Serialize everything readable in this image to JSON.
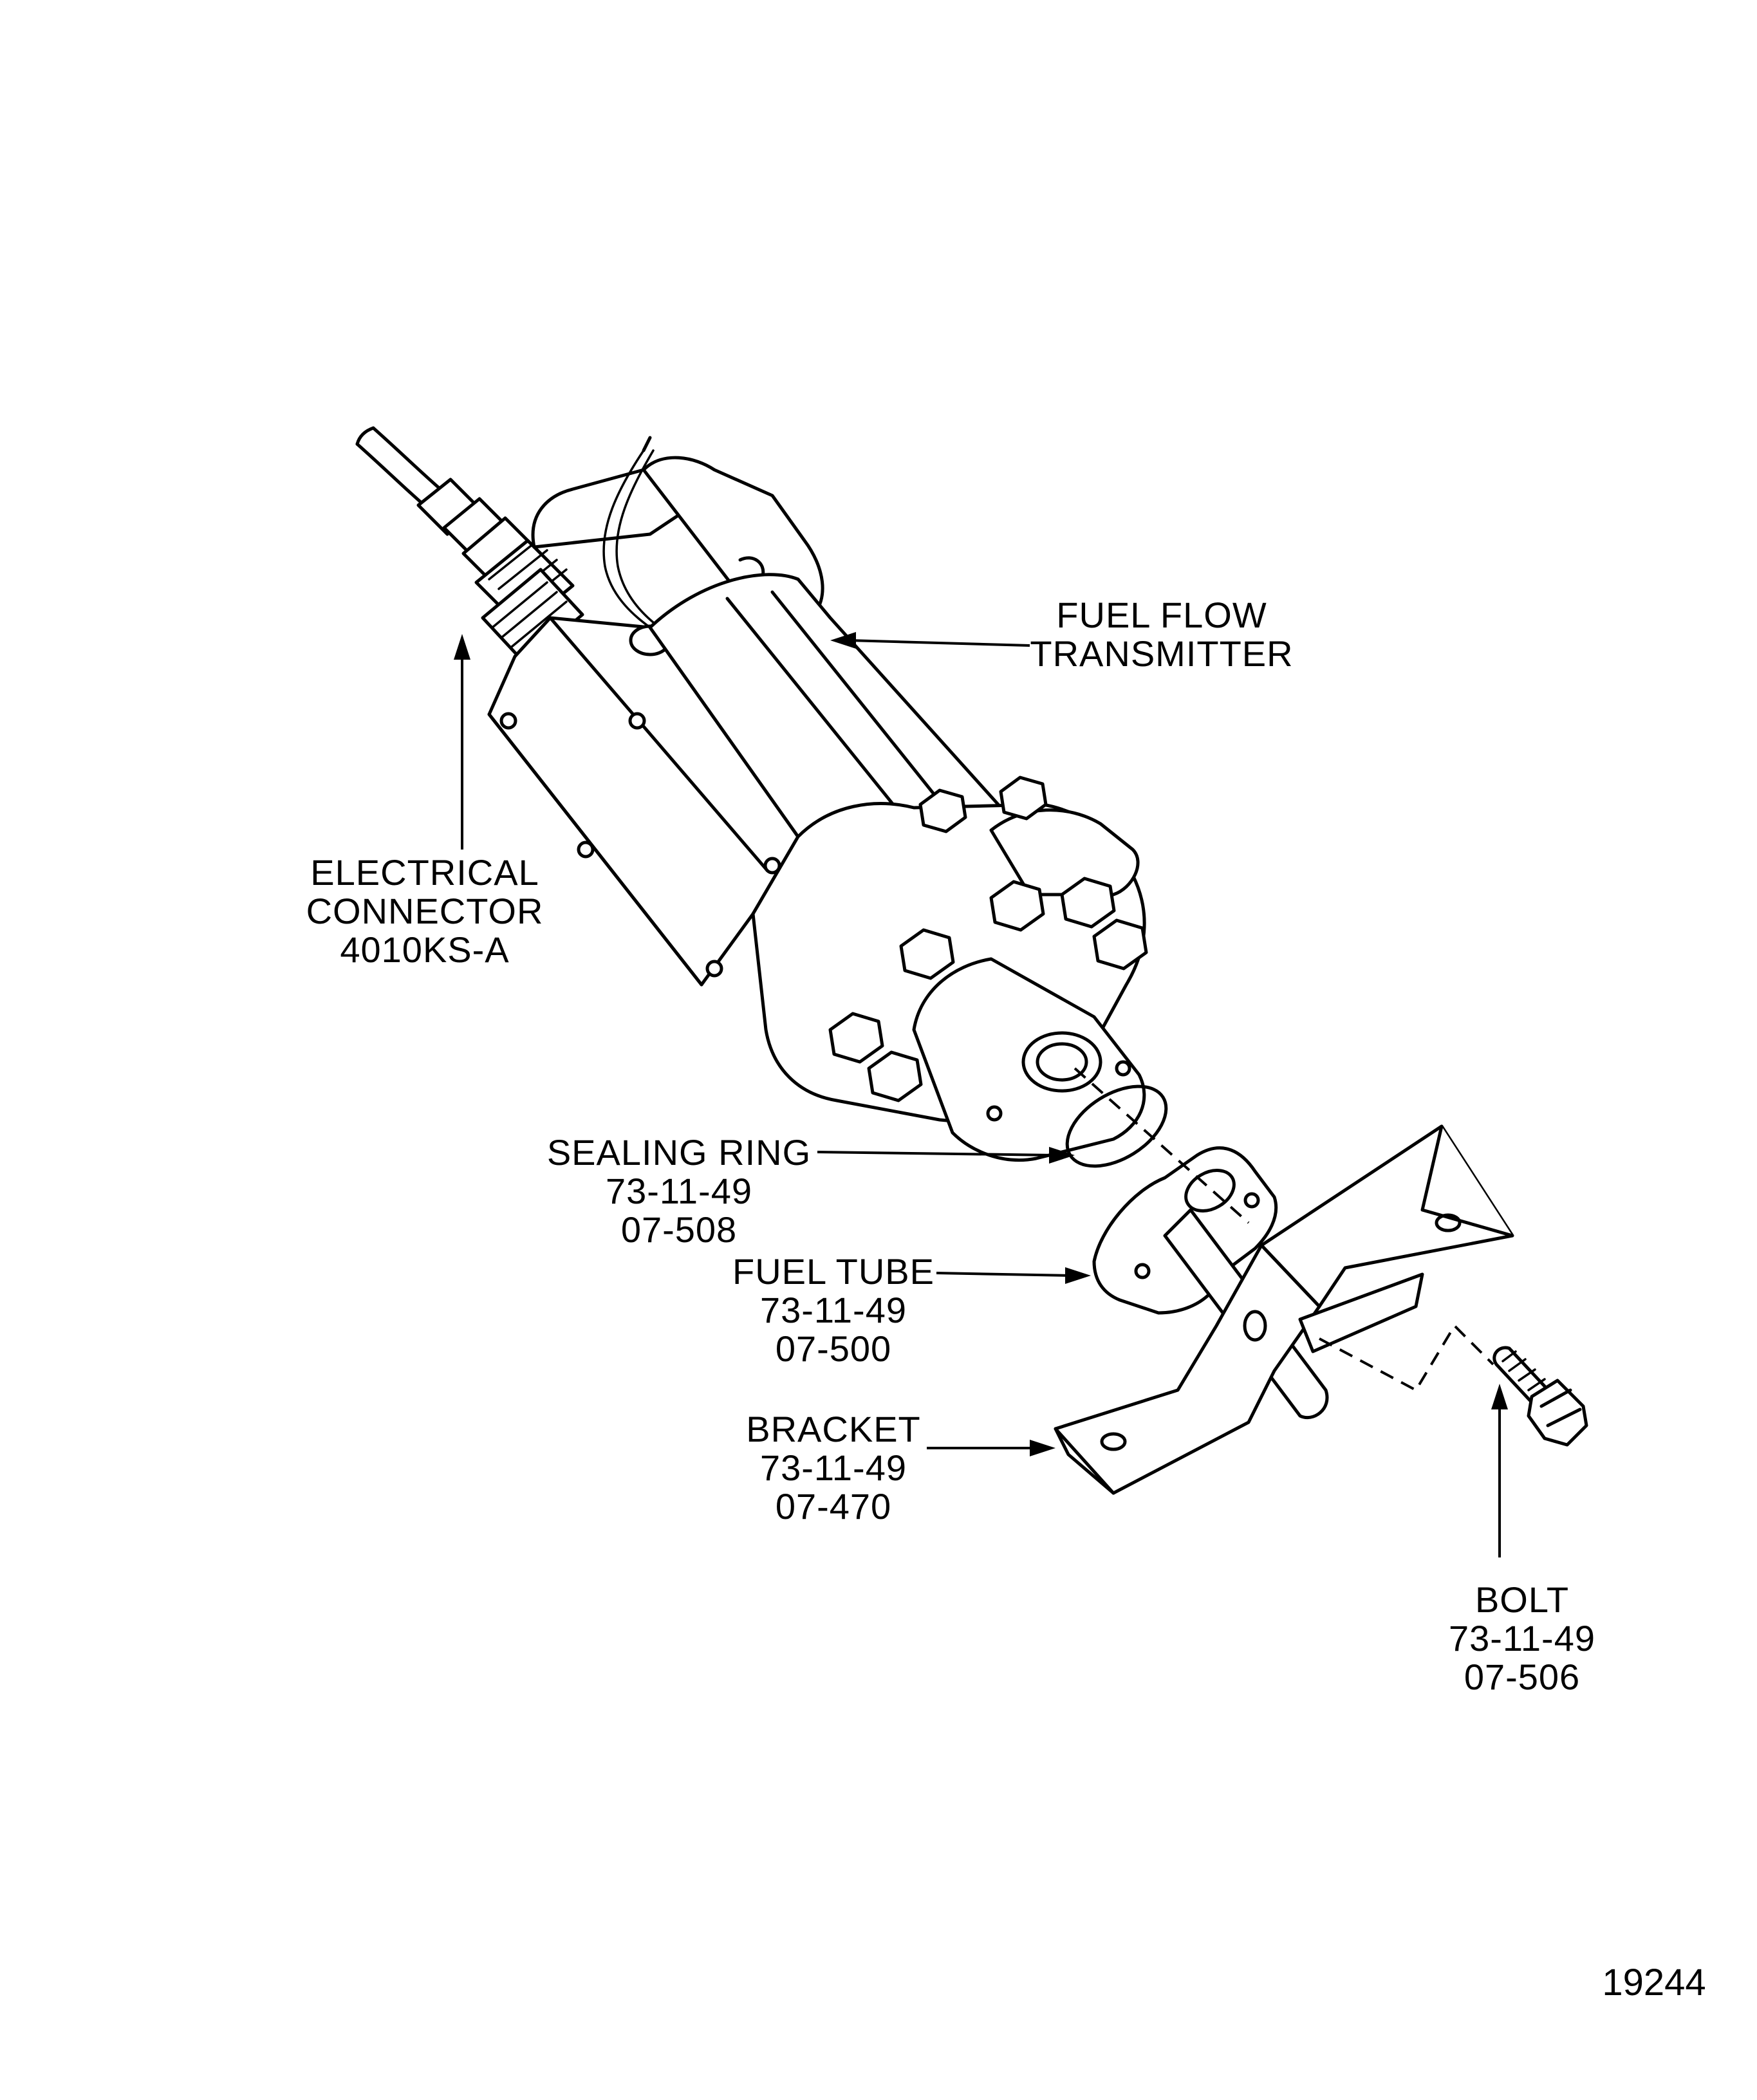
{
  "labels": {
    "fuel_flow_transmitter": {
      "line1": "FUEL FLOW",
      "line2": "TRANSMITTER"
    },
    "electrical_connector": {
      "line1": "ELECTRICAL",
      "line2": "CONNECTOR",
      "line3": "4010KS-A"
    },
    "sealing_ring": {
      "line1": "SEALING RING",
      "line2": "73-11-49",
      "line3": "07-508"
    },
    "fuel_tube": {
      "line1": "FUEL TUBE",
      "line2": "73-11-49",
      "line3": "07-500"
    },
    "bracket": {
      "line1": "BRACKET",
      "line2": "73-11-49",
      "line3": "07-470"
    },
    "bolt": {
      "line1": "BOLT",
      "line2": "73-11-49",
      "line3": "07-506"
    }
  },
  "figure_number": "19244"
}
